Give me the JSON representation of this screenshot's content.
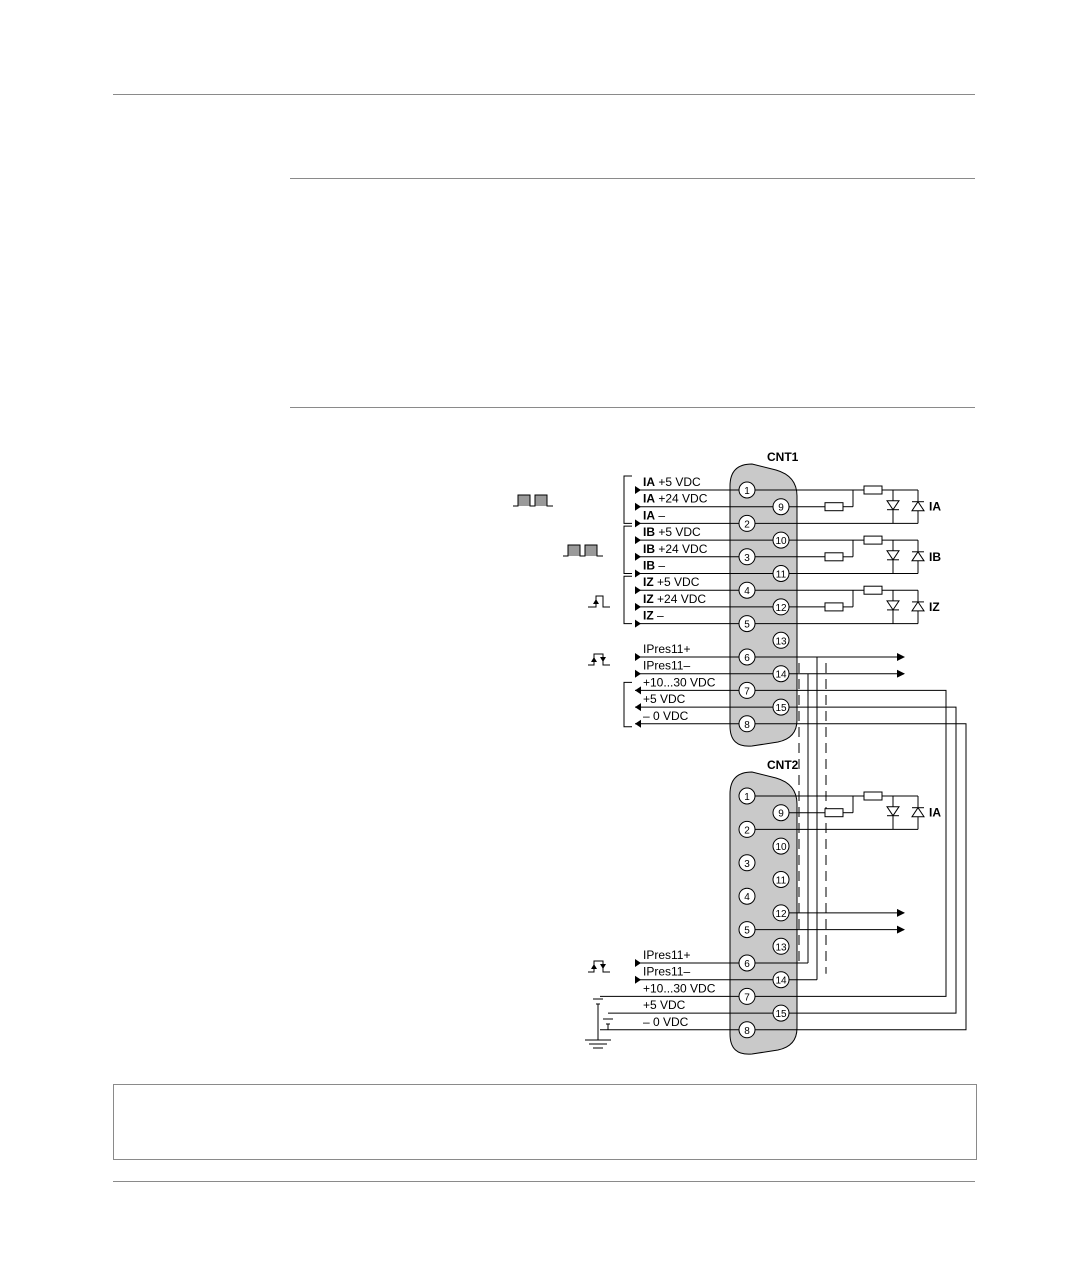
{
  "connectors": [
    {
      "name": "CNT1"
    },
    {
      "name": "CNT2"
    }
  ],
  "pin_numbers": [
    "1",
    "2",
    "3",
    "4",
    "5",
    "6",
    "7",
    "8",
    "9",
    "10",
    "11",
    "12",
    "13",
    "14",
    "15"
  ],
  "cnt1_signals": [
    {
      "pin": "1",
      "bold": "IA",
      "rest": " +5 VDC"
    },
    {
      "pin": "9",
      "bold": "IA",
      "rest": " +24 VDC"
    },
    {
      "pin": "2",
      "bold": "IA",
      "rest": " –"
    },
    {
      "pin": "10",
      "bold": "IB",
      "rest": " +5 VDC"
    },
    {
      "pin": "3",
      "bold": "IB",
      "rest": " +24 VDC"
    },
    {
      "pin": "11",
      "bold": "IB",
      "rest": " –"
    },
    {
      "pin": "4",
      "bold": "IZ",
      "rest": " +5 VDC"
    },
    {
      "pin": "12",
      "bold": "IZ",
      "rest": " +24 VDC"
    },
    {
      "pin": "5",
      "bold": "IZ",
      "rest": " –"
    },
    {
      "pin": "6",
      "bold": "",
      "rest": "IPres11+"
    },
    {
      "pin": "14",
      "bold": "",
      "rest": "IPres11–"
    },
    {
      "pin": "7",
      "bold": "",
      "rest": "+10...30 VDC"
    },
    {
      "pin": "15",
      "bold": "",
      "rest": "+5 VDC"
    },
    {
      "pin": "8",
      "bold": "",
      "rest": "– 0 VDC"
    }
  ],
  "cnt2_signals": [
    {
      "pin": "6",
      "bold": "",
      "rest": "IPres11+"
    },
    {
      "pin": "14",
      "bold": "",
      "rest": "IPres11–"
    },
    {
      "pin": "7",
      "bold": "",
      "rest": "+10...30 VDC"
    },
    {
      "pin": "15",
      "bold": "",
      "rest": "+5 VDC"
    },
    {
      "pin": "8",
      "bold": "",
      "rest": "– 0 VDC"
    }
  ],
  "sensor_labels": {
    "cnt1": [
      "IA",
      "IB",
      "IZ"
    ],
    "cnt2": [
      "IA"
    ]
  },
  "colors": {
    "connector_fill": "#c9c9c9",
    "line": "#000000",
    "rule": "#8a8a8a",
    "pulse_fill": "#9a9a9a"
  }
}
